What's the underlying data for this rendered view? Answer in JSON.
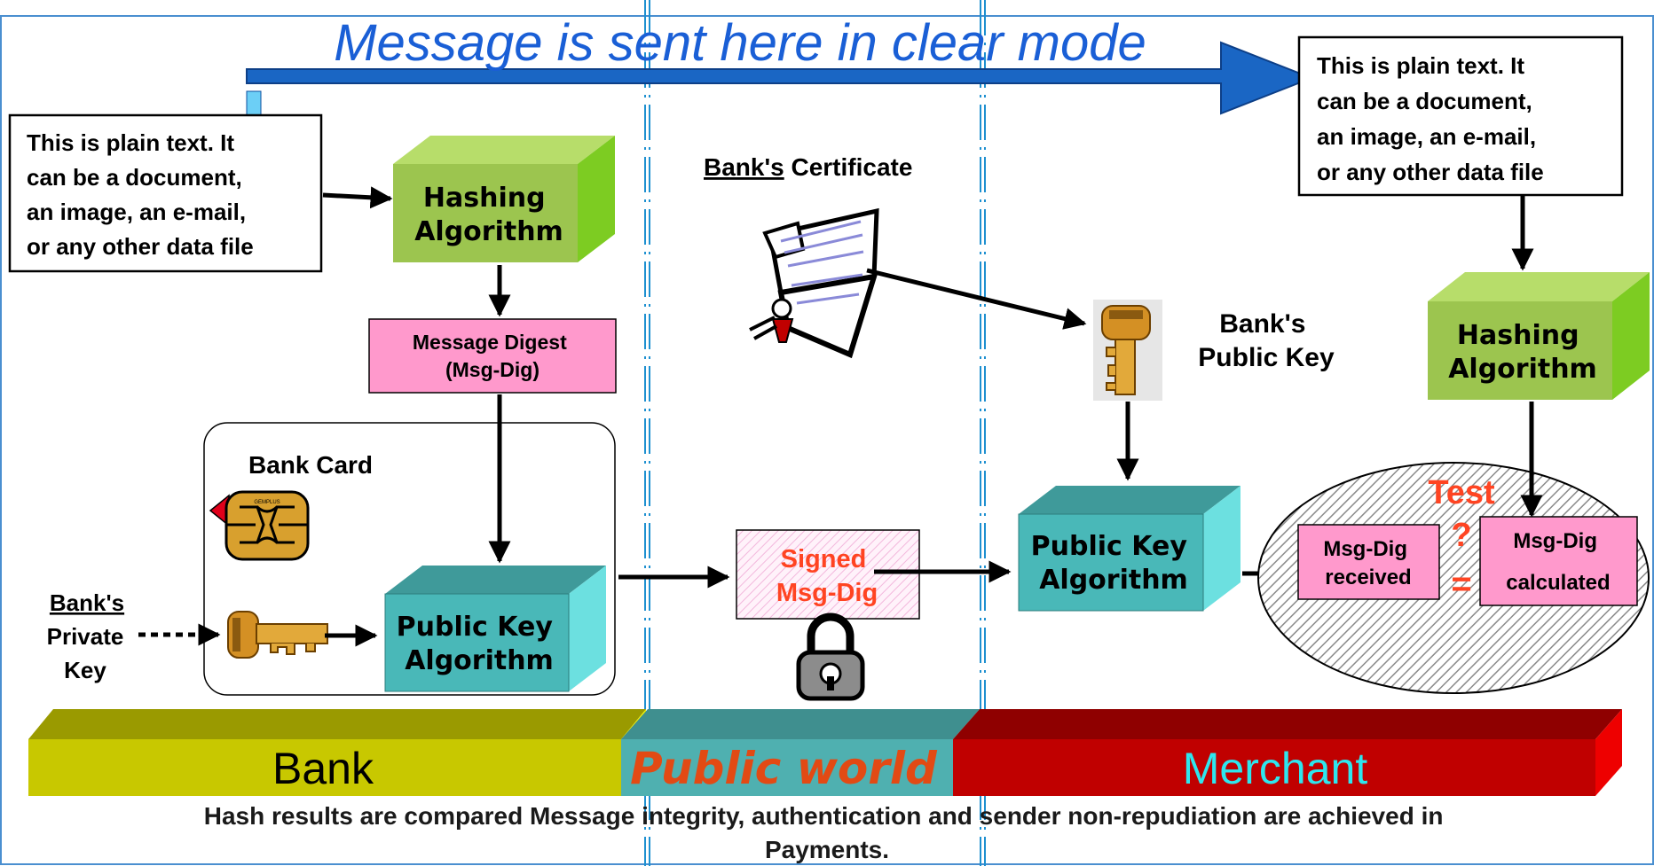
{
  "banner": "Message is sent here in clear mode",
  "plain_text_left": [
    "This is plain text.  It",
    "can be a document,",
    "an image, an e-mail,",
    "or any other data file"
  ],
  "plain_text_right": [
    "This is plain text.  It",
    "can be a document,",
    "an image, an e-mail,",
    "or any other data file"
  ],
  "hash_left": [
    "Hashing",
    "Algorithm"
  ],
  "hash_right": [
    "Hashing",
    "Algorithm"
  ],
  "digest": [
    "Message Digest",
    "(Msg-Dig)"
  ],
  "bank_card": "Bank Card",
  "chip_brand": "GEMPLUS",
  "private_key": {
    "underlined": "Bank's",
    "rest": [
      "Private",
      "Key"
    ]
  },
  "pk_left": [
    "Public Key",
    "Algorithm"
  ],
  "pk_right": [
    "Public Key",
    "Algorithm"
  ],
  "certificate": {
    "underlined": "Bank's",
    "rest": " Certificate"
  },
  "signed": [
    "Signed",
    "Msg-Dig"
  ],
  "public_key_label": [
    "Bank's",
    "Public Key"
  ],
  "test": "Test",
  "question": "?",
  "equals": "=",
  "received": [
    "Msg-Dig",
    "received"
  ],
  "calculated": [
    "Msg-Dig",
    "calculated"
  ],
  "zones": [
    "Bank",
    "Public world",
    "Merchant"
  ],
  "caption": [
    "Hash results are compared Message integrity, authentication and sender non-repudiation are achieved in",
    "Payments."
  ],
  "colors": {
    "banner_arrow": "#1a66c4",
    "hash_box": "#9cc54f",
    "pk_box": "#49b8b8",
    "digest": "#ff99cc",
    "bank_bar": "#c8c800",
    "public_bar": "#4fb0b0",
    "merchant_bar": "#c00000",
    "test_text": "#ff4422",
    "zone_line": "#1e90d0"
  }
}
